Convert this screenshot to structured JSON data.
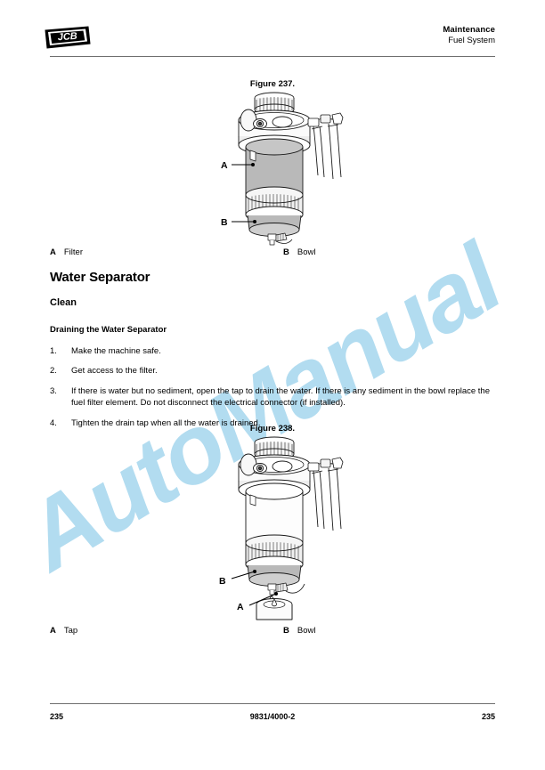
{
  "header": {
    "logo_text": "JCB",
    "title": "Maintenance",
    "subtitle": "Fuel System"
  },
  "figures": [
    {
      "caption": "Figure 237.",
      "callouts": [
        "A",
        "B"
      ],
      "key": [
        {
          "letter": "A",
          "label": "Filter"
        },
        {
          "letter": "B",
          "label": "Bowl"
        }
      ]
    },
    {
      "caption": "Figure 238.",
      "callouts": [
        "B",
        "A"
      ],
      "key": [
        {
          "letter": "A",
          "label": "Tap"
        },
        {
          "letter": "B",
          "label": "Bowl"
        }
      ]
    }
  ],
  "content": {
    "heading": "Water Separator",
    "subheading": "Clean",
    "procedure_title": "Draining the Water Separator",
    "steps": [
      {
        "num": "1.",
        "text": "Make the machine safe."
      },
      {
        "num": "2.",
        "text": "Get access to the filter."
      },
      {
        "num": "3.",
        "text": "If there is water but no sediment, open the tap to drain the water. If there is any sediment in the bowl replace the fuel filter element. Do not disconnect the electrical connector (if installed)."
      },
      {
        "num": "4.",
        "text": "Tighten the drain tap when all the water is drained."
      }
    ]
  },
  "watermark": {
    "text": "AutoManual",
    "color": "#b2dcf0"
  },
  "footer": {
    "page_left": "235",
    "document_number": "9831/4000-2",
    "page_right": "235"
  }
}
